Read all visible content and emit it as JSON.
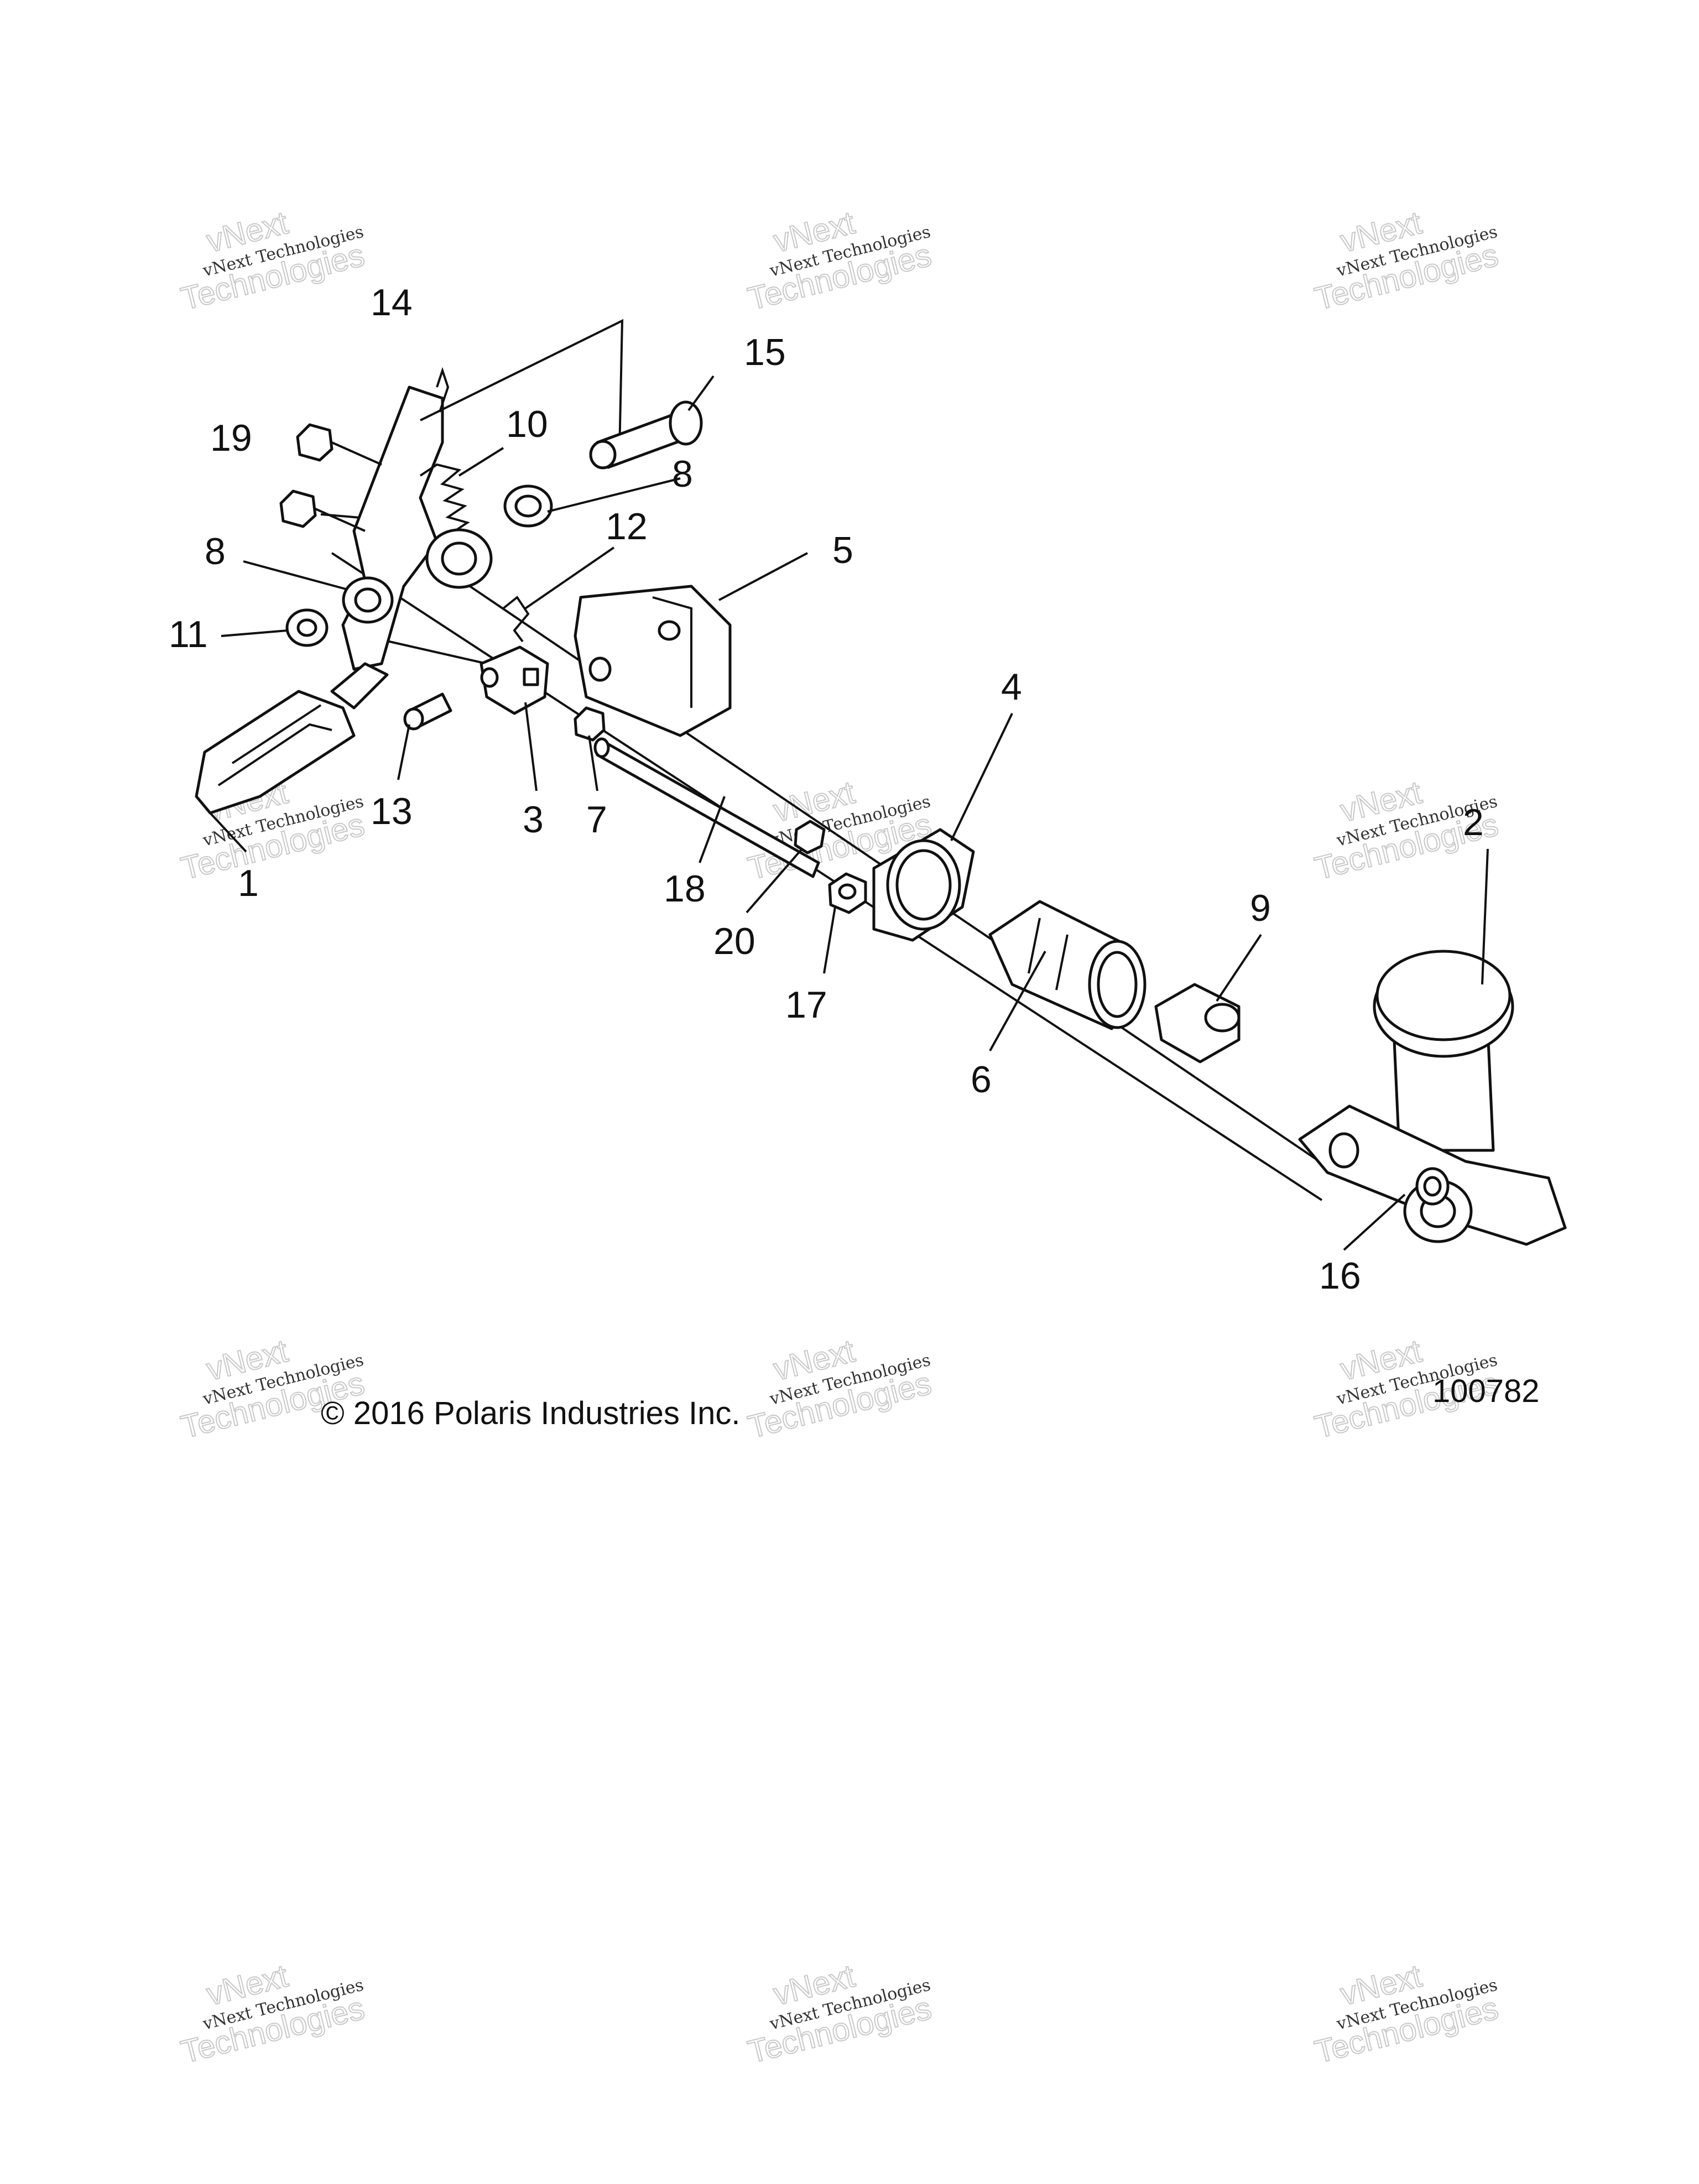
{
  "callouts": {
    "c1": "1",
    "c2": "2",
    "c3": "3",
    "c4": "4",
    "c5": "5",
    "c6": "6",
    "c7": "7",
    "c8a": "8",
    "c8b": "8",
    "c9": "9",
    "c10": "10",
    "c11": "11",
    "c12": "12",
    "c13": "13",
    "c14": "14",
    "c15": "15",
    "c16": "16",
    "c17": "17",
    "c18": "18",
    "c19": "19",
    "c20": "20"
  },
  "footer": {
    "copyright": "© 2016 Polaris Industries Inc.",
    "figure_number": "100782"
  },
  "watermark": {
    "line1": "vNext Technologies",
    "line2": "vNext",
    "line3": "Technologies"
  }
}
